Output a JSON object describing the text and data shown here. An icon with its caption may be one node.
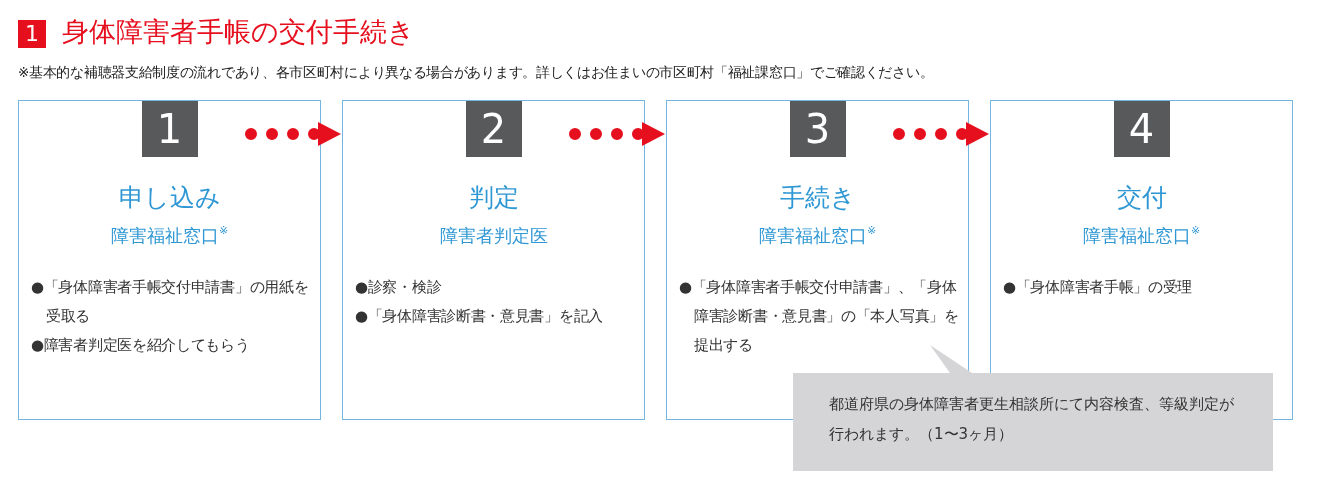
{
  "diagram": {
    "title": "身体障害者手帳の交付手続き",
    "nodes": [
      {
        "text": [
          "1",
          "申し込み",
          "障害福祉窓口$^{※}$",
          "●「身体障害者手帳交付申請書」の用紙を受取る",
          "●障害者判定医を紹介してもらう"
        ]
      },
      {
        "text": [
          "2",
          "判定",
          "障害者判定医",
          "●診察・検診",
          "●「身体障害診断書・意見書」を記入"
        ]
      },
      {
        "text": [
          "3",
          "手続き",
          "障害福祉窓口$^{※}$",
          "●「身体障害者手帳交付申請書」、「身体障害診断書・意見書」の「本人写真」を提出する"
        ]
      },
      {
        "text": [
          "4",
          "交付",
          "障害福祉窓口$^{※}$",
          "●「身体障害者手帳」の受理"
        ]
      },
      {
        "text": [
          "都道府県の身体障害者更生相談所にて内容検査、等級判定が行われます。（1〜3ヶ月）"
        ]
      }
    ],
    "edges": [
      {
        "from": 0,
        "to": 1,
        "arrow": "to"
      },
      {
        "from": 1,
        "to": 2,
        "arrow": "to"
      },
      {
        "from": 2,
        "to": 3,
        "arrow": "to"
      }
    ],
    "labels": [
      "1",
      "※基本的な補聴器支給制度の流れであり、各市区町村により異なる場合があります。詳しくはお住まいの市区町村「福祉課窓口」でご確認ください。"
    ]
  }
}
